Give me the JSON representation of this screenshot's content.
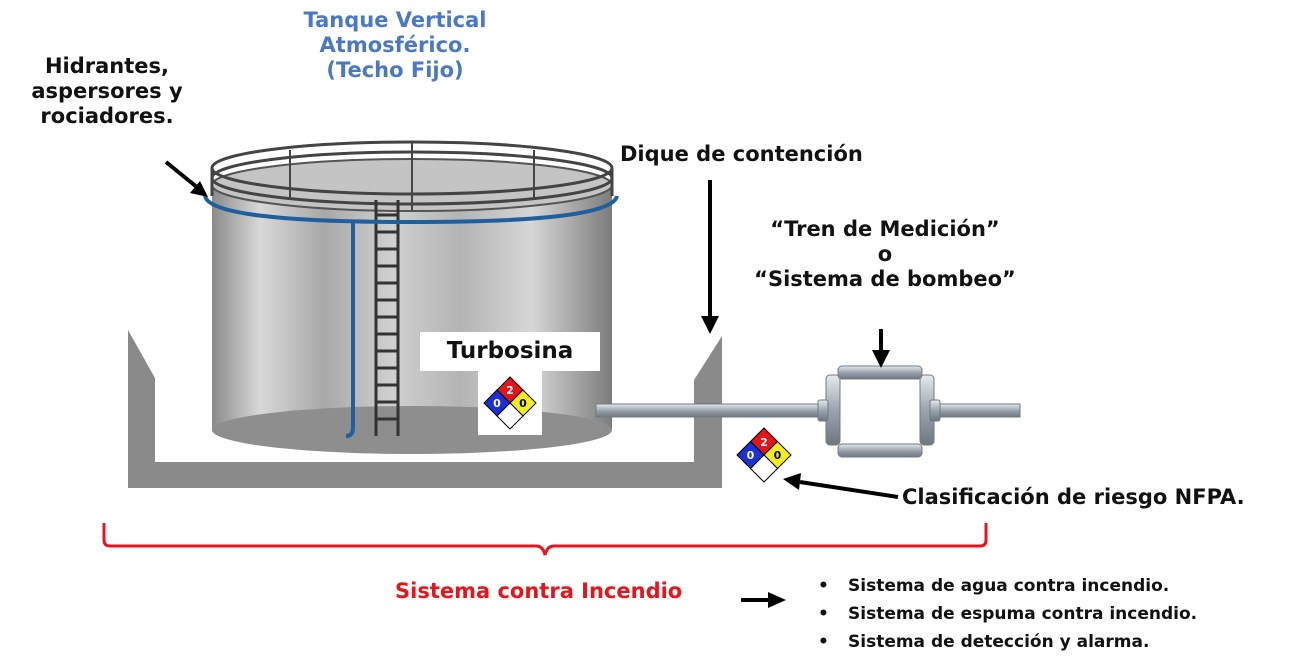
{
  "labels": {
    "title_line1": "Tanque Vertical",
    "title_line2": "Atmosférico.",
    "title_line3": "(Techo Fijo)",
    "hydrants_line1": "Hidrantes,",
    "hydrants_line2": "aspersores y",
    "hydrants_line3": "rociadores.",
    "dike": "Dique de contención",
    "train_line1": "“Tren de Medición”",
    "train_line2": "o",
    "train_line3": "“Sistema de bombeo”",
    "product": "Turbosina",
    "nfpa": "Clasificación de riesgo NFPA.",
    "fire_system": "Sistema contra Incendio"
  },
  "fire_systems": [
    "Sistema de agua contra incendio.",
    "Sistema de espuma contra incendio.",
    "Sistema de detección y alarma."
  ],
  "nfpa_diamond": {
    "health": "0",
    "flammability": "2",
    "reactivity": "0",
    "special": ""
  },
  "colors": {
    "title": "#4a78c2",
    "fire_system": "#e8141b",
    "health": "#1f2fd6",
    "flammability": "#e3141b",
    "reactivity": "#f4ee1e",
    "special": "#ffffff",
    "pipe": "#1f5f9e",
    "dike": "#8a8a8a"
  }
}
